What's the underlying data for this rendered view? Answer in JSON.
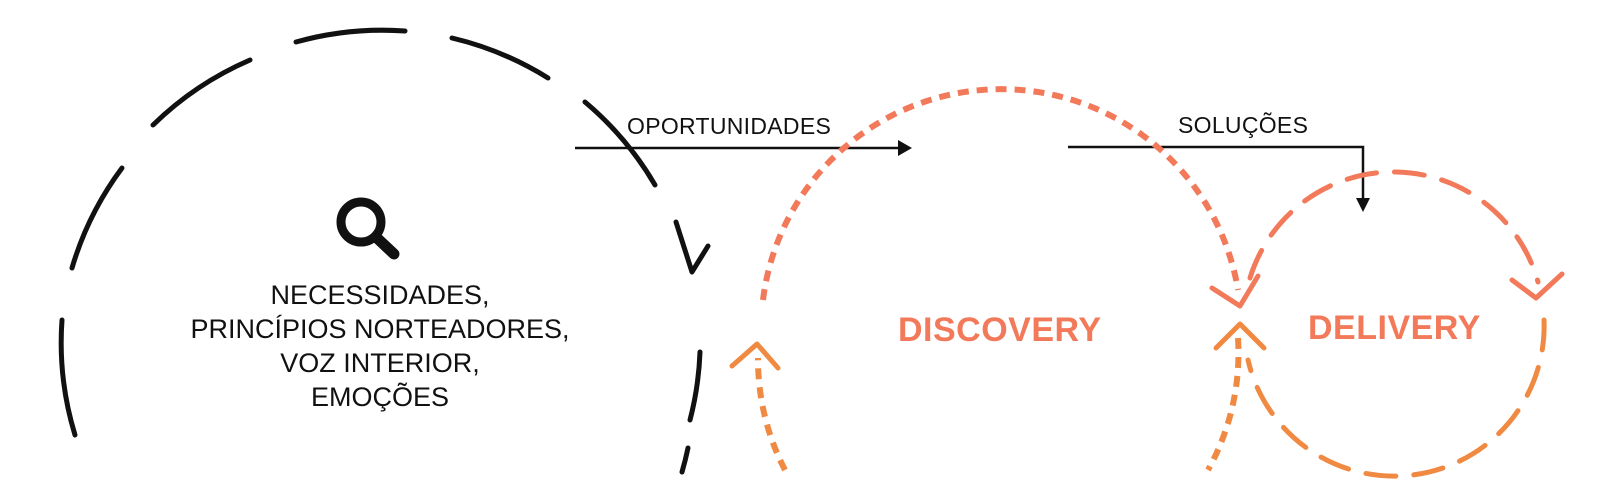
{
  "colors": {
    "ink": "#111111",
    "accent_light": "#f27a5a",
    "accent_dark": "#f08a42"
  },
  "inner_loop": {
    "icon": "magnifier-icon",
    "lines": [
      "NECESSIDADES,",
      "PRINCÍPIOS NORTEADORES,",
      "VOZ INTERIOR,",
      "EMOÇÕES"
    ]
  },
  "edges": {
    "opportunities": "OPORTUNIDADES",
    "solutions": "SOLUÇÕES"
  },
  "discovery": {
    "label": "DISCOVERY"
  },
  "delivery": {
    "label": "DELIVERY"
  }
}
